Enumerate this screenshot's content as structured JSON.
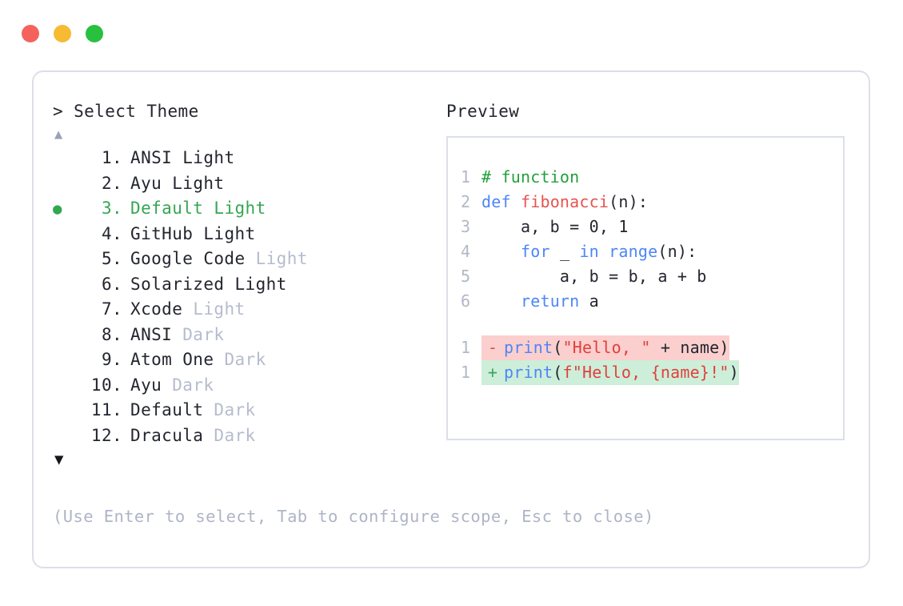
{
  "window": {
    "controls": [
      {
        "name": "close",
        "color": "#f5625d"
      },
      {
        "name": "minimize",
        "color": "#f6bb33"
      },
      {
        "name": "maximize",
        "color": "#27c13f"
      }
    ]
  },
  "colors": {
    "text": "#24262f",
    "muted": "#b5bccd",
    "selected_green": "#35a653",
    "bullet_green": "#2fa84f",
    "border": "#dcdfe8",
    "hint": "#aeb5c6",
    "diff_del_bg": "#fbcfcd",
    "diff_add_bg": "#cdeed9",
    "syntax_comment": "#22a03c",
    "syntax_keyword": "#4d86f7",
    "syntax_function": "#e8534f",
    "syntax_string": "#e0403c"
  },
  "selector": {
    "prompt_caret": ">",
    "prompt_label": "Select Theme",
    "scroll_up_icon": "▲",
    "scroll_down_icon": "▼",
    "selected_index": 3,
    "bullet_glyph": "●",
    "items": [
      {
        "num": "1",
        "name": "ANSI",
        "variant": "Light",
        "variant_muted": false,
        "selected": false
      },
      {
        "num": "2",
        "name": "Ayu",
        "variant": "Light",
        "variant_muted": false,
        "selected": false
      },
      {
        "num": "3",
        "name": "Default",
        "variant": "Light",
        "variant_muted": false,
        "selected": true
      },
      {
        "num": "4",
        "name": "GitHub",
        "variant": "Light",
        "variant_muted": false,
        "selected": false
      },
      {
        "num": "5",
        "name": "Google Code",
        "variant": "Light",
        "variant_muted": true,
        "selected": false
      },
      {
        "num": "6",
        "name": "Solarized",
        "variant": "Light",
        "variant_muted": false,
        "selected": false
      },
      {
        "num": "7",
        "name": "Xcode",
        "variant": "Light",
        "variant_muted": true,
        "selected": false
      },
      {
        "num": "8",
        "name": "ANSI",
        "variant": "Dark",
        "variant_muted": true,
        "selected": false
      },
      {
        "num": "9",
        "name": "Atom One",
        "variant": "Dark",
        "variant_muted": true,
        "selected": false
      },
      {
        "num": "10",
        "name": "Ayu",
        "variant": "Dark",
        "variant_muted": true,
        "selected": false
      },
      {
        "num": "11",
        "name": "Default",
        "variant": "Dark",
        "variant_muted": true,
        "selected": false
      },
      {
        "num": "12",
        "name": "Dracula",
        "variant": "Dark",
        "variant_muted": true,
        "selected": false
      }
    ]
  },
  "preview": {
    "label": "Preview",
    "code_lines": [
      {
        "ln": "1",
        "tokens": [
          {
            "t": "# function",
            "c": "comment"
          }
        ]
      },
      {
        "ln": "2",
        "tokens": [
          {
            "t": "def ",
            "c": "kw"
          },
          {
            "t": "fibonacci",
            "c": "fn"
          },
          {
            "t": "(n):",
            "c": "punct"
          }
        ]
      },
      {
        "ln": "3",
        "tokens": [
          {
            "t": "    a, b = 0, 1",
            "c": "plain"
          }
        ]
      },
      {
        "ln": "4",
        "tokens": [
          {
            "t": "    ",
            "c": "plain"
          },
          {
            "t": "for",
            "c": "kw"
          },
          {
            "t": " _ ",
            "c": "plain"
          },
          {
            "t": "in",
            "c": "kw"
          },
          {
            "t": " ",
            "c": "plain"
          },
          {
            "t": "range",
            "c": "kw"
          },
          {
            "t": "(n):",
            "c": "punct"
          }
        ]
      },
      {
        "ln": "5",
        "tokens": [
          {
            "t": "        a, b = b, a + b",
            "c": "plain"
          }
        ]
      },
      {
        "ln": "6",
        "tokens": [
          {
            "t": "    ",
            "c": "plain"
          },
          {
            "t": "return",
            "c": "kw"
          },
          {
            "t": " a",
            "c": "plain"
          }
        ]
      }
    ],
    "diff_lines": [
      {
        "ln": "1",
        "marker": "-",
        "kind": "del",
        "tokens": [
          {
            "t": "print",
            "c": "kw"
          },
          {
            "t": "(",
            "c": "punct"
          },
          {
            "t": "\"Hello, \"",
            "c": "str"
          },
          {
            "t": " + name)",
            "c": "plain"
          }
        ]
      },
      {
        "ln": "1",
        "marker": "+",
        "kind": "add",
        "tokens": [
          {
            "t": "print",
            "c": "kw"
          },
          {
            "t": "(",
            "c": "punct"
          },
          {
            "t": "f\"Hello, {name}!\"",
            "c": "str"
          },
          {
            "t": ")",
            "c": "punct"
          }
        ]
      }
    ]
  },
  "hint": "(Use Enter to select, Tab to configure scope, Esc to close)"
}
